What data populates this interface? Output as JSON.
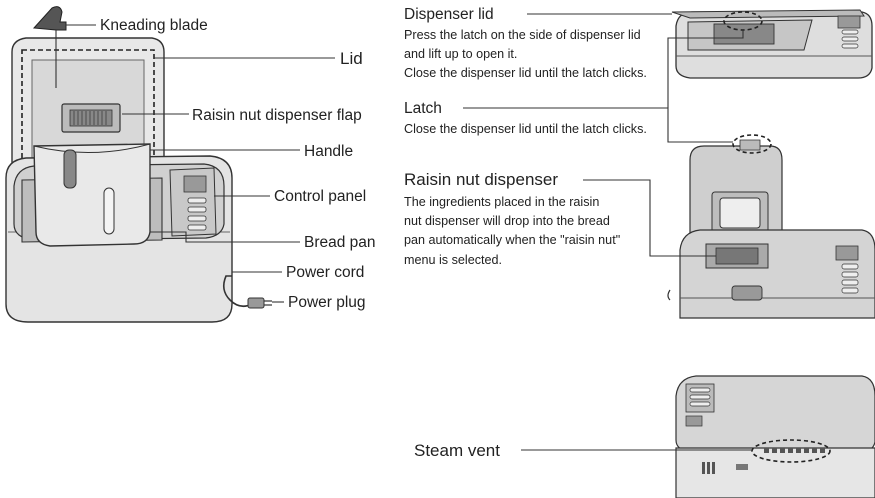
{
  "labels": {
    "kneading_blade": "Kneading blade",
    "lid": "Lid",
    "raisin_flap": "Raisin nut dispenser flap",
    "handle": "Handle",
    "control_panel": "Control panel",
    "bread_pan": "Bread pan",
    "power_cord": "Power cord",
    "power_plug": "Power plug",
    "dispenser_lid": "Dispenser lid",
    "latch": "Latch",
    "raisin_dispenser": "Raisin nut dispenser",
    "steam_vent": "Steam vent"
  },
  "notes": {
    "dispenser_lid_1": "Press the latch on the side of dispenser lid",
    "dispenser_lid_2": "and lift up to open it.",
    "dispenser_lid_3": "Close the dispenser lid until the latch clicks.",
    "latch_1": "Close the dispenser lid until the latch clicks.",
    "raisin_1": "The ingredients placed in the raisin",
    "raisin_2": "nut dispenser will drop into the bread",
    "raisin_3": "pan automatically when the \"raisin nut\"",
    "raisin_4": "menu is selected."
  },
  "colors": {
    "body_fill": "#e2e2e2",
    "dark_fill": "#9a9a9a",
    "outline": "#333333"
  }
}
